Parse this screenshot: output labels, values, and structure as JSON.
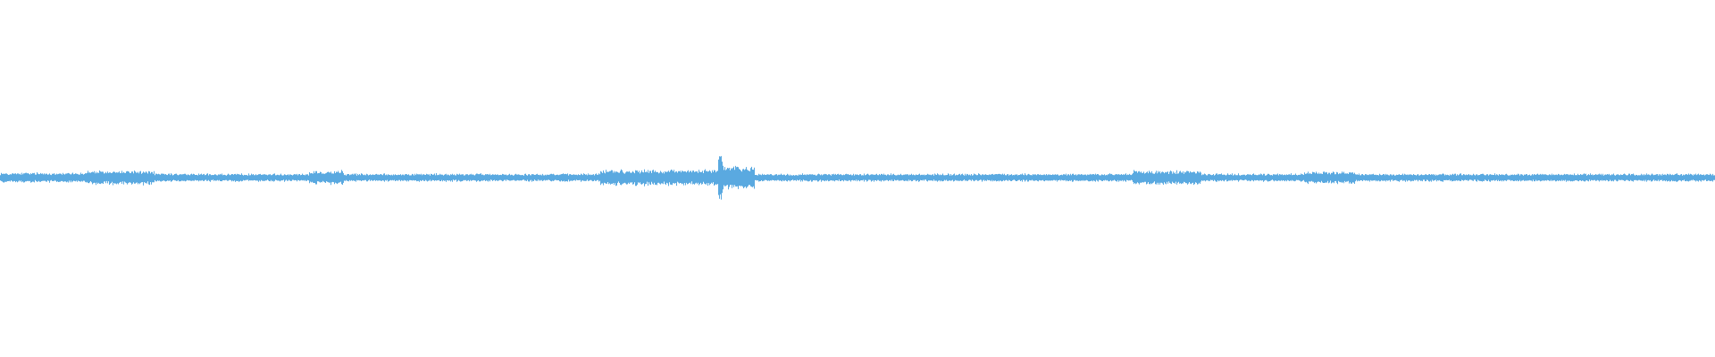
{
  "waveform": {
    "color": "#5aa9e0",
    "background": "#ffffff",
    "peak_marker": {
      "position_fraction": 0.42,
      "amplitude_fraction": 0.21
    },
    "noise_floor_fraction": 0.02,
    "loudness_regions": [
      {
        "start": 0.0,
        "end": 0.08,
        "level": 0.025
      },
      {
        "start": 0.05,
        "end": 0.09,
        "level": 0.035
      },
      {
        "start": 0.18,
        "end": 0.2,
        "level": 0.035
      },
      {
        "start": 0.35,
        "end": 0.42,
        "level": 0.04
      },
      {
        "start": 0.42,
        "end": 0.44,
        "level": 0.06
      },
      {
        "start": 0.66,
        "end": 0.7,
        "level": 0.035
      },
      {
        "start": 0.76,
        "end": 0.79,
        "level": 0.03
      }
    ]
  }
}
